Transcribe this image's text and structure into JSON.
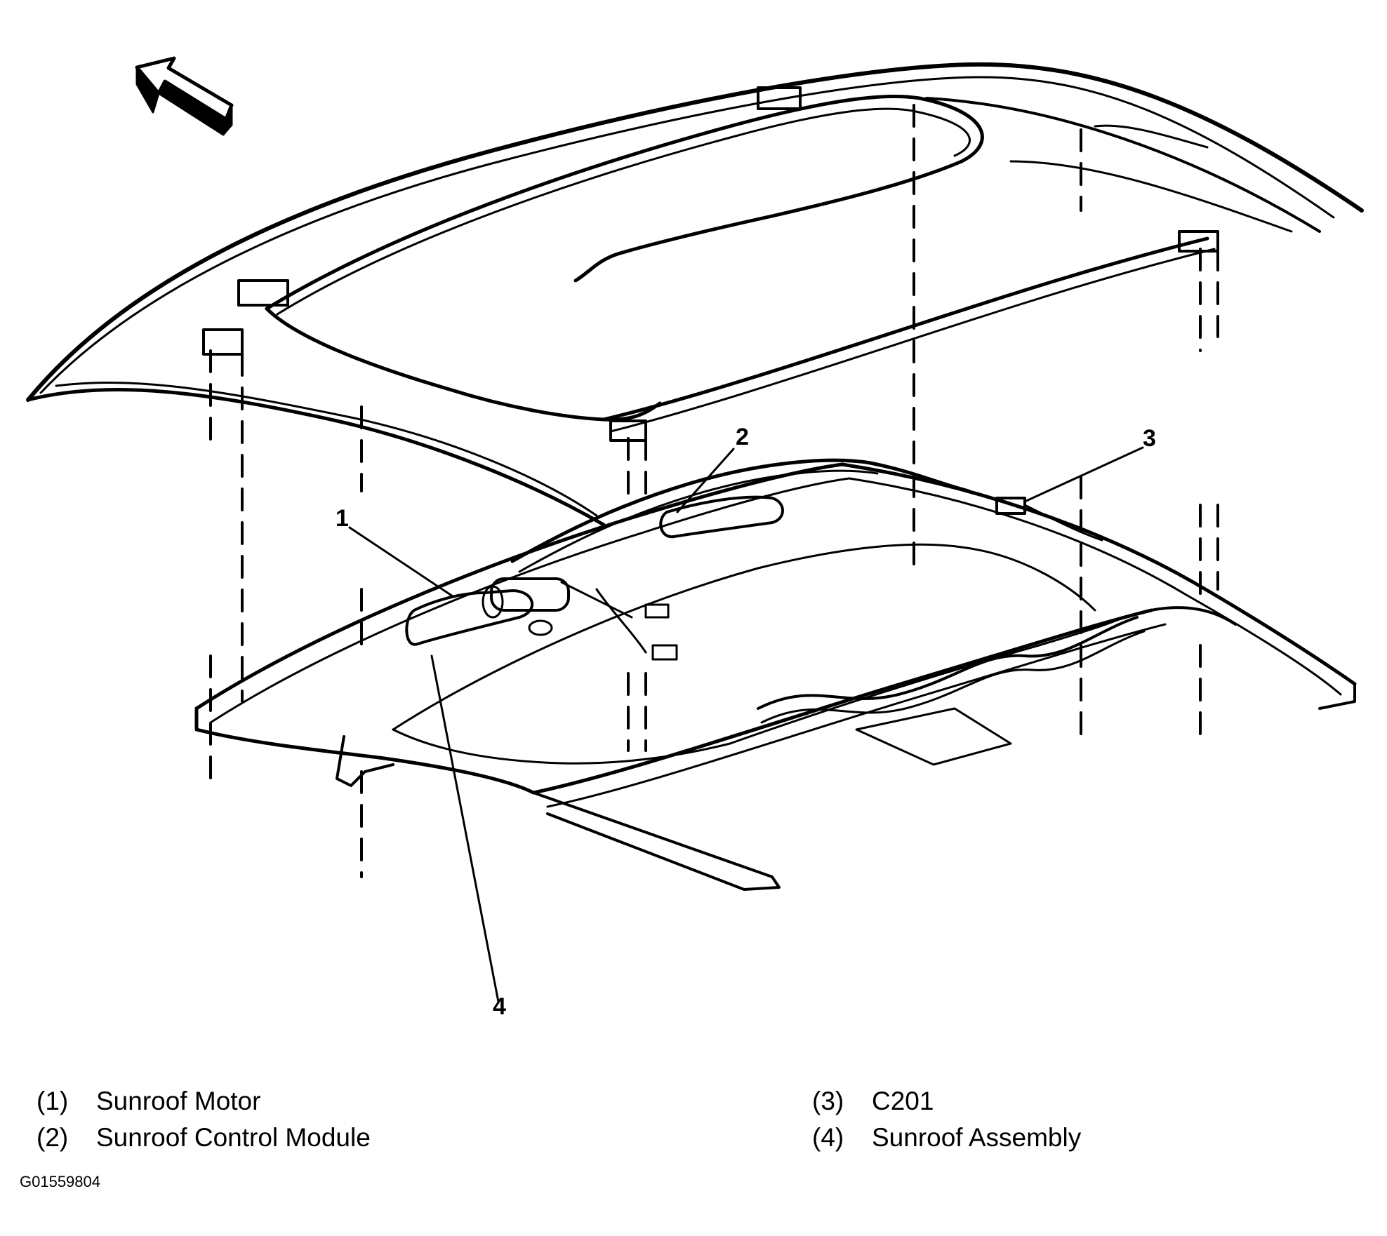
{
  "figure": {
    "id": "G01559804",
    "callouts": [
      {
        "number": "1"
      },
      {
        "number": "2"
      },
      {
        "number": "3"
      },
      {
        "number": "4"
      }
    ],
    "legend": [
      {
        "num": "(1)",
        "text": "Sunroof Motor"
      },
      {
        "num": "(2)",
        "text": "Sunroof Control Module"
      },
      {
        "num": "(3)",
        "text": "C201"
      },
      {
        "num": "(4)",
        "text": "Sunroof Assembly"
      }
    ],
    "icons": [
      "direction-arrow-icon"
    ]
  }
}
